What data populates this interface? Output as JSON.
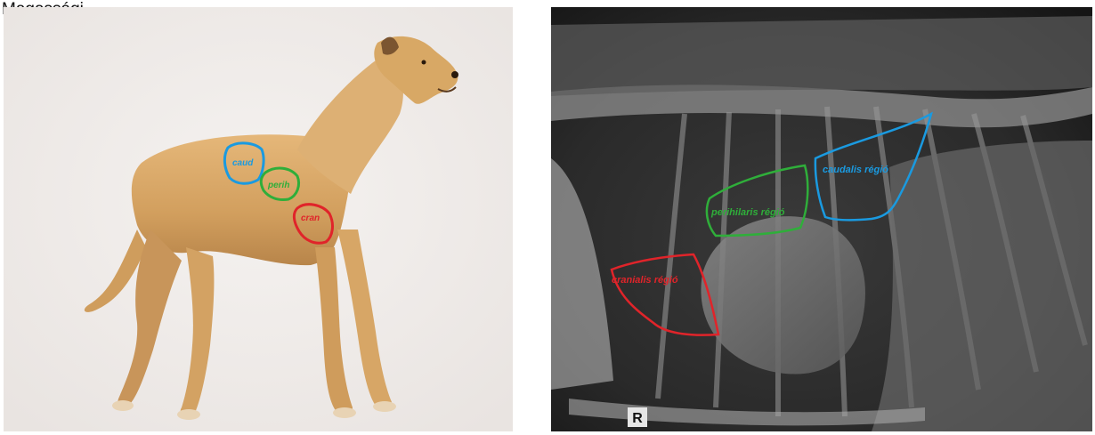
{
  "caption": "Magassági",
  "illustration": {
    "labels": {
      "caudal": "caud",
      "perihilar": "perih",
      "cranial": "cran"
    }
  },
  "radiograph": {
    "labels": {
      "caudal": "caudalis régió",
      "perihilar": "perihilaris régió",
      "cranial": "cranialis régió"
    },
    "marker": "R"
  },
  "colors": {
    "caudal": "#1a9ae0",
    "perihilar": "#2fae3a",
    "cranial": "#e0242a"
  }
}
